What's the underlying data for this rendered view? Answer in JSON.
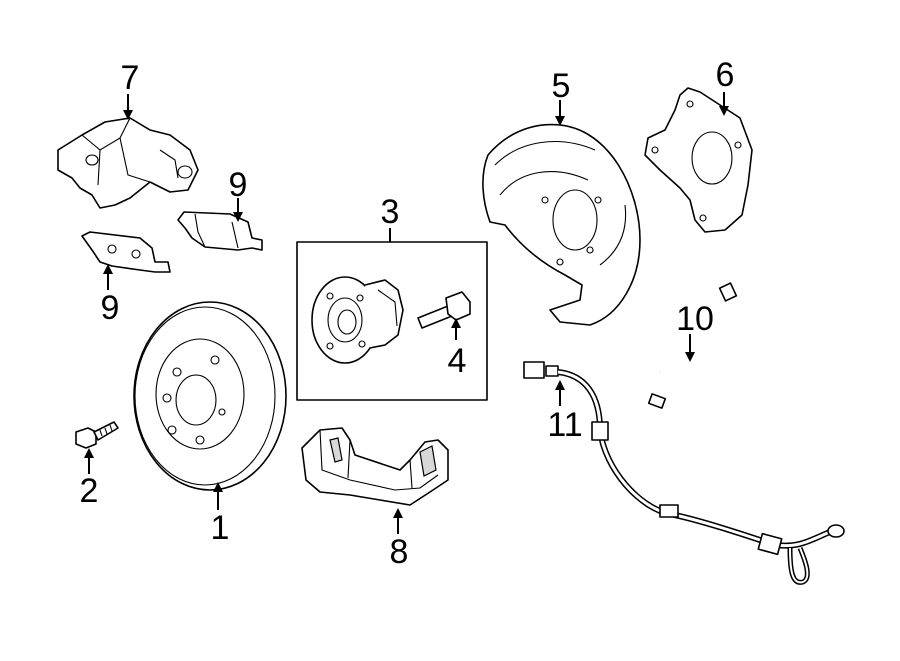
{
  "callouts": [
    {
      "id": "1",
      "label": "1"
    },
    {
      "id": "2",
      "label": "2"
    },
    {
      "id": "3",
      "label": "3"
    },
    {
      "id": "4",
      "label": "4"
    },
    {
      "id": "5",
      "label": "5"
    },
    {
      "id": "6",
      "label": "6"
    },
    {
      "id": "7",
      "label": "7"
    },
    {
      "id": "8",
      "label": "8"
    },
    {
      "id": "9a",
      "label": "9"
    },
    {
      "id": "9b",
      "label": "9"
    },
    {
      "id": "10",
      "label": "10"
    },
    {
      "id": "11",
      "label": "11"
    }
  ]
}
